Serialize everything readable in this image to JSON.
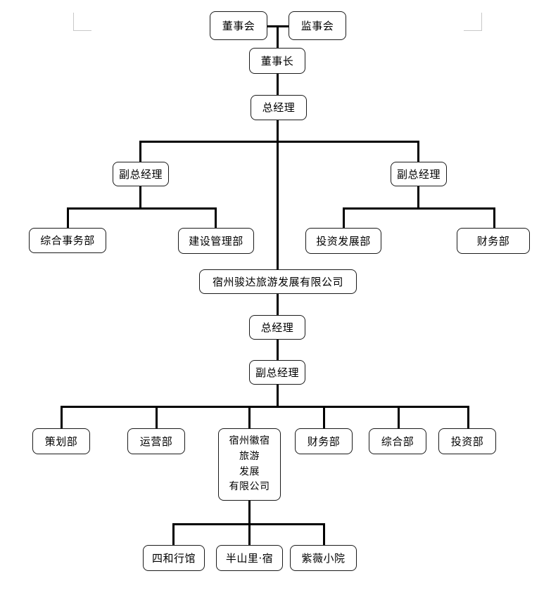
{
  "document": {
    "type": "organization-chart",
    "language": "zh-CN",
    "background_color": "#ffffff",
    "node_border_color": "#1a1a1a",
    "connector_color": "#000000",
    "margin_guide_color": "#c8c8c8"
  },
  "nodes": {
    "board_of_directors": "董事会",
    "board_of_supervisors": "监事会",
    "chairman": "董事长",
    "general_manager": "总经理",
    "deputy_gm_left": "副总经理",
    "deputy_gm_right": "副总经理",
    "dept_general_affairs": "综合事务部",
    "dept_construction_mgmt": "建设管理部",
    "dept_investment_dev": "投资发展部",
    "dept_finance_top": "财务部",
    "subsidiary_junda": "宿州骏达旅游发展有限公司",
    "sub_general_manager": "总经理",
    "sub_deputy_gm": "副总经理",
    "dept_planning": "策划部",
    "dept_operations": "运营部",
    "dept_finance_sub": "财务部",
    "dept_comprehensive": "综合部",
    "dept_investment": "投资部",
    "subsidiary_huisu_lines": [
      "宿州徽宿",
      "旅游",
      "发展",
      "有限公司"
    ],
    "venue_sihe": "四和行馆",
    "venue_banshanli": "半山里·宿",
    "venue_ziwei": "紫薇小院"
  }
}
